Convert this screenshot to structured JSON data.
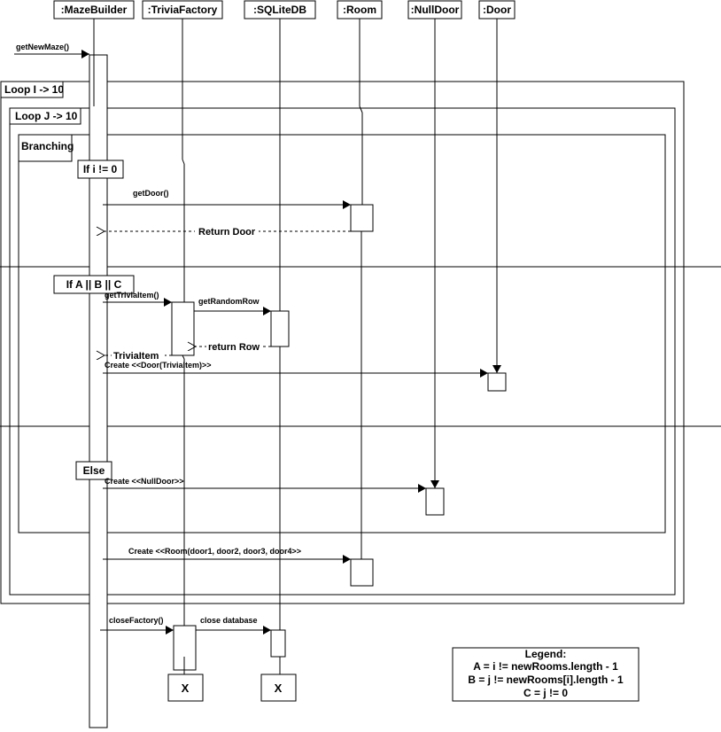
{
  "lifelines": [
    ":MazeBuilder",
    ":TriviaFactory",
    ":SQLiteDB",
    ":Room",
    ":NullDoor",
    ":Door"
  ],
  "frames": {
    "loop_i": "Loop I -> 10",
    "loop_j": "Loop J -> 10",
    "branching": "Branching"
  },
  "guards": {
    "if_i": "If i != 0",
    "if_abc": "If A || B || C",
    "else": "Else"
  },
  "messages": {
    "get_new_maze": "getNewMaze()",
    "get_door": "getDoor()",
    "return_door": "Return Door",
    "get_trivia_item": "getTriviaItem()",
    "get_random_row": "getRandomRow",
    "return_row": "return Row",
    "trivia_item": "TriviaItem",
    "create_door": "Create <<Door(TriviaItem)>>",
    "create_null_door": "Create <<NullDoor>>",
    "create_room": "Create <<Room(door1, door2, door3, door4>>",
    "close_factory": "closeFactory()",
    "close_database": "close database"
  },
  "destroy": {
    "trivia_factory": "X",
    "sqlite_db": "X"
  },
  "legend": {
    "title": "Legend:",
    "lines": [
      "A = i != newRooms.length - 1",
      "B = j != newRooms[i].length - 1",
      "C = j != 0"
    ]
  }
}
